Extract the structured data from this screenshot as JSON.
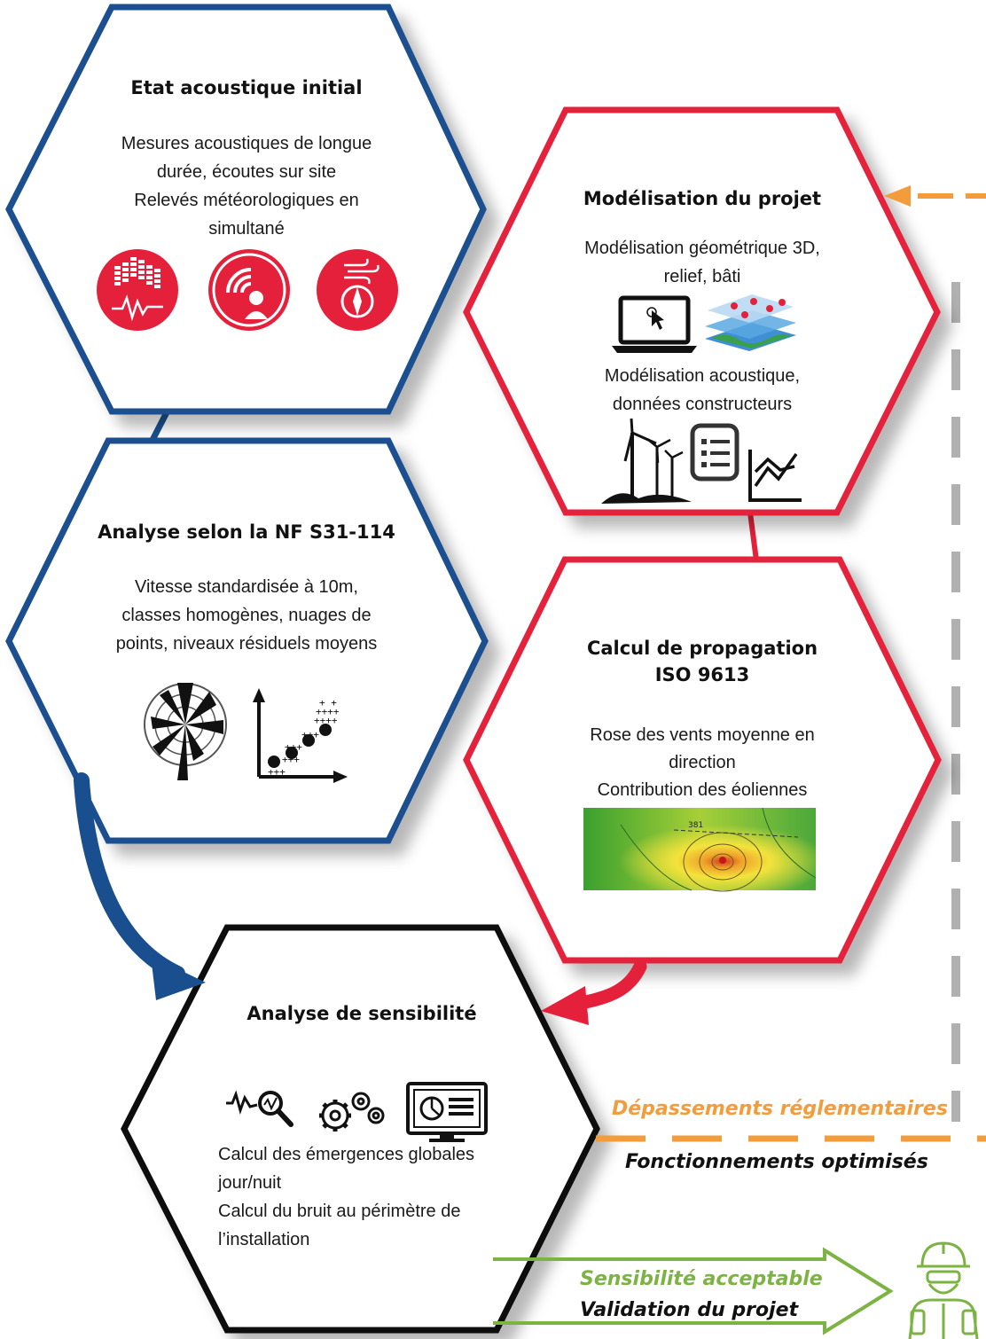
{
  "hexagons": {
    "etat": {
      "title": "Etat acoustique initial",
      "lines": [
        "Mesures acoustiques de longue",
        "durée, écoutes sur site",
        "Relevés météorologiques en",
        "simultané"
      ],
      "icons": [
        "sound-level-meter-icon",
        "listening-person-icon",
        "wind-compass-icon"
      ]
    },
    "modelisation": {
      "title": "Modélisation du projet",
      "lines1": [
        "Modélisation géométrique 3D,",
        "relief, bâti"
      ],
      "lines2": [
        "Modélisation acoustique,",
        "données constructeurs"
      ],
      "icons": [
        "laptop-cursor-icon",
        "terrain-layers-icon",
        "wind-turbines-icon",
        "document-list-icon",
        "line-graph-icon"
      ]
    },
    "analyse_nf": {
      "title": "Analyse selon la NF S31-114",
      "lines": [
        "Vitesse standardisée à 10m,",
        "classes homogènes, nuages de",
        "points, niveaux résiduels moyens"
      ],
      "icons": [
        "wind-rose-icon",
        "scatter-plot-icon"
      ]
    },
    "propagation": {
      "title_line1": "Calcul de propagation",
      "title_line2": "ISO 9613",
      "lines": [
        "Rose des vents moyenne en",
        "direction",
        "Contribution des éoliennes"
      ],
      "map": "noise-contour-map"
    },
    "sensibilite": {
      "title": "Analyse de sensibilité",
      "lines": [
        "Calcul des émergences globales",
        "jour/nuit",
        "Calcul du bruit au périmètre de",
        "l’installation"
      ],
      "icons": [
        "signal-search-icon",
        "gears-icon",
        "monitor-dashboard-icon"
      ]
    }
  },
  "labels": {
    "depassements": "Dépassements réglementaires",
    "fonctionnements": "Fonctionnements optimisés",
    "sensibilite_acceptable": "Sensibilité acceptable",
    "validation": "Validation du projet"
  },
  "colors": {
    "blue": "#1a4f8f",
    "red": "#e5203a",
    "black": "#111111",
    "orange": "#f39c3b",
    "green": "#7cb342",
    "grey_dash": "#b0b0b0"
  }
}
